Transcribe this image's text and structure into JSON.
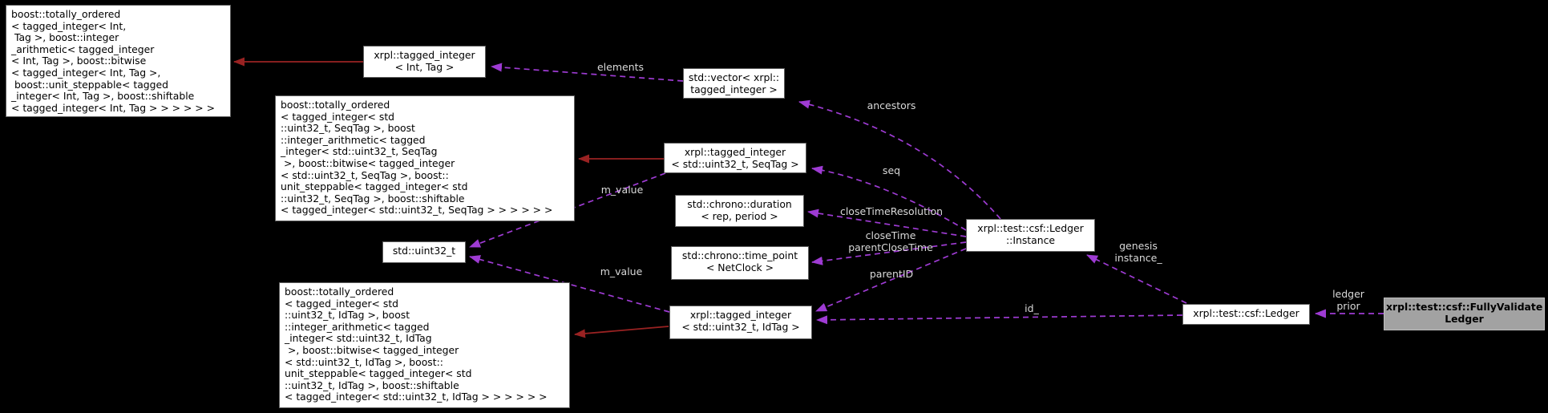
{
  "colors": {
    "background": "#000000",
    "node_background": "#ffffff",
    "node_border": "#5f5f5f",
    "main_node_background": "#a2a2a2",
    "inheritance_arrow": "#992222",
    "usage_arrow": "#9e3bd3",
    "edge_label_text": "#d9d9d9"
  },
  "nodes": {
    "boost_int_tag": "boost::totally_ordered\n< tagged_integer< Int,\n Tag >, boost::integer\n_arithmetic< tagged_integer\n< Int, Tag >, boost::bitwise\n< tagged_integer< Int, Tag >,\n boost::unit_steppable< tagged\n_integer< Int, Tag >, boost::shiftable\n< tagged_integer< Int, Tag > > > > > >",
    "xrpl_ti_int_tag": "xrpl::tagged_integer\n< Int, Tag >",
    "std_vector": "std::vector< xrpl::\ntagged_integer >",
    "boost_seq": "boost::totally_ordered\n< tagged_integer< std\n::uint32_t, SeqTag >, boost\n::integer_arithmetic< tagged\n_integer< std::uint32_t, SeqTag\n >, boost::bitwise< tagged_integer\n< std::uint32_t, SeqTag >, boost::\nunit_steppable< tagged_integer< std\n::uint32_t, SeqTag >, boost::shiftable\n< tagged_integer< std::uint32_t, SeqTag > > > > > >",
    "xrpl_ti_seq": "xrpl::tagged_integer\n< std::uint32_t, SeqTag >",
    "chrono_duration": "std::chrono::duration\n< rep, period >",
    "std_uint32": "std::uint32_t",
    "chrono_time_point": "std::chrono::time_point\n< NetClock >",
    "boost_id": "boost::totally_ordered\n< tagged_integer< std\n::uint32_t, IdTag >, boost\n::integer_arithmetic< tagged\n_integer< std::uint32_t, IdTag\n >, boost::bitwise< tagged_integer\n< std::uint32_t, IdTag >, boost::\nunit_steppable< tagged_integer< std\n::uint32_t, IdTag >, boost::shiftable\n< tagged_integer< std::uint32_t, IdTag > > > > > >",
    "xrpl_ti_id": "xrpl::tagged_integer\n< std::uint32_t, IdTag >",
    "ledger_instance": "xrpl::test::csf::Ledger\n::Instance",
    "csf_ledger": "xrpl::test::csf::Ledger",
    "fully_validate": "xrpl::test::csf::FullyValidate\nLedger"
  },
  "edge_labels": {
    "elements": "elements",
    "ancestors": "ancestors",
    "seq": "seq",
    "close_time_resolution": "closeTimeResolution",
    "close_times": "closeTime\nparentCloseTime",
    "parent_id": "parentID",
    "m_value_seq": "m_value",
    "m_value_id": "m_value",
    "genesis_instance": "genesis\ninstance_",
    "id": "id_",
    "ledger_prior": "ledger\nprior"
  }
}
